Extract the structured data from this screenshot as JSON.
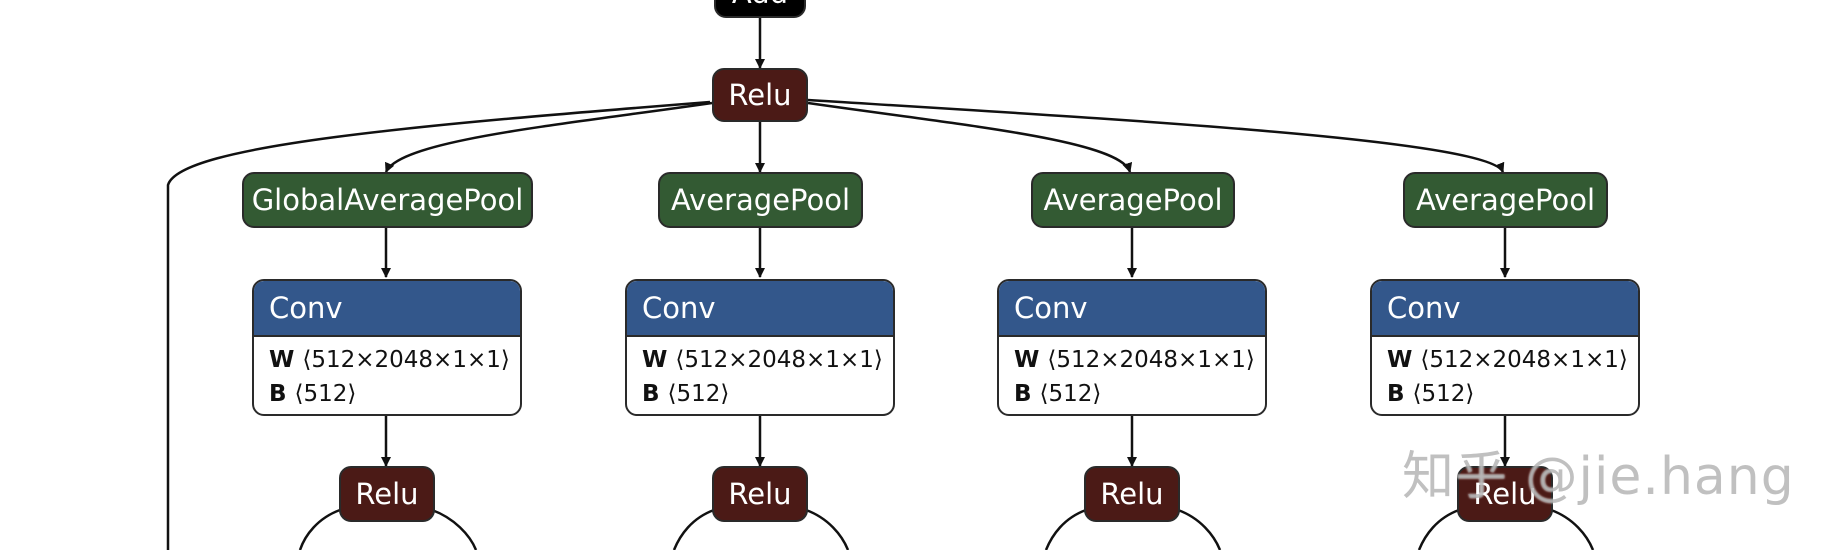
{
  "nodes": {
    "add_top": "Add",
    "relu_top": "Relu",
    "pool_1": "GlobalAveragePool",
    "pool_2": "AveragePool",
    "pool_3": "AveragePool",
    "pool_4": "AveragePool",
    "relu_1": "Relu",
    "relu_2": "Relu",
    "relu_3": "Relu",
    "relu_4": "Relu"
  },
  "conv": [
    {
      "title": "Conv",
      "w_label": "W",
      "w_shape": "⟨512×2048×1×1⟩",
      "b_label": "B",
      "b_shape": "⟨512⟩"
    },
    {
      "title": "Conv",
      "w_label": "W",
      "w_shape": "⟨512×2048×1×1⟩",
      "b_label": "B",
      "b_shape": "⟨512⟩"
    },
    {
      "title": "Conv",
      "w_label": "W",
      "w_shape": "⟨512×2048×1×1⟩",
      "b_label": "B",
      "b_shape": "⟨512⟩"
    },
    {
      "title": "Conv",
      "w_label": "W",
      "w_shape": "⟨512×2048×1×1⟩",
      "b_label": "B",
      "b_shape": "⟨512⟩"
    }
  ],
  "watermark": "知乎 @jie.hang",
  "colors": {
    "add": "#000000",
    "relu": "#4b1a16",
    "pool": "#335a33",
    "conv_header": "#33578b",
    "edge": "#111111"
  }
}
